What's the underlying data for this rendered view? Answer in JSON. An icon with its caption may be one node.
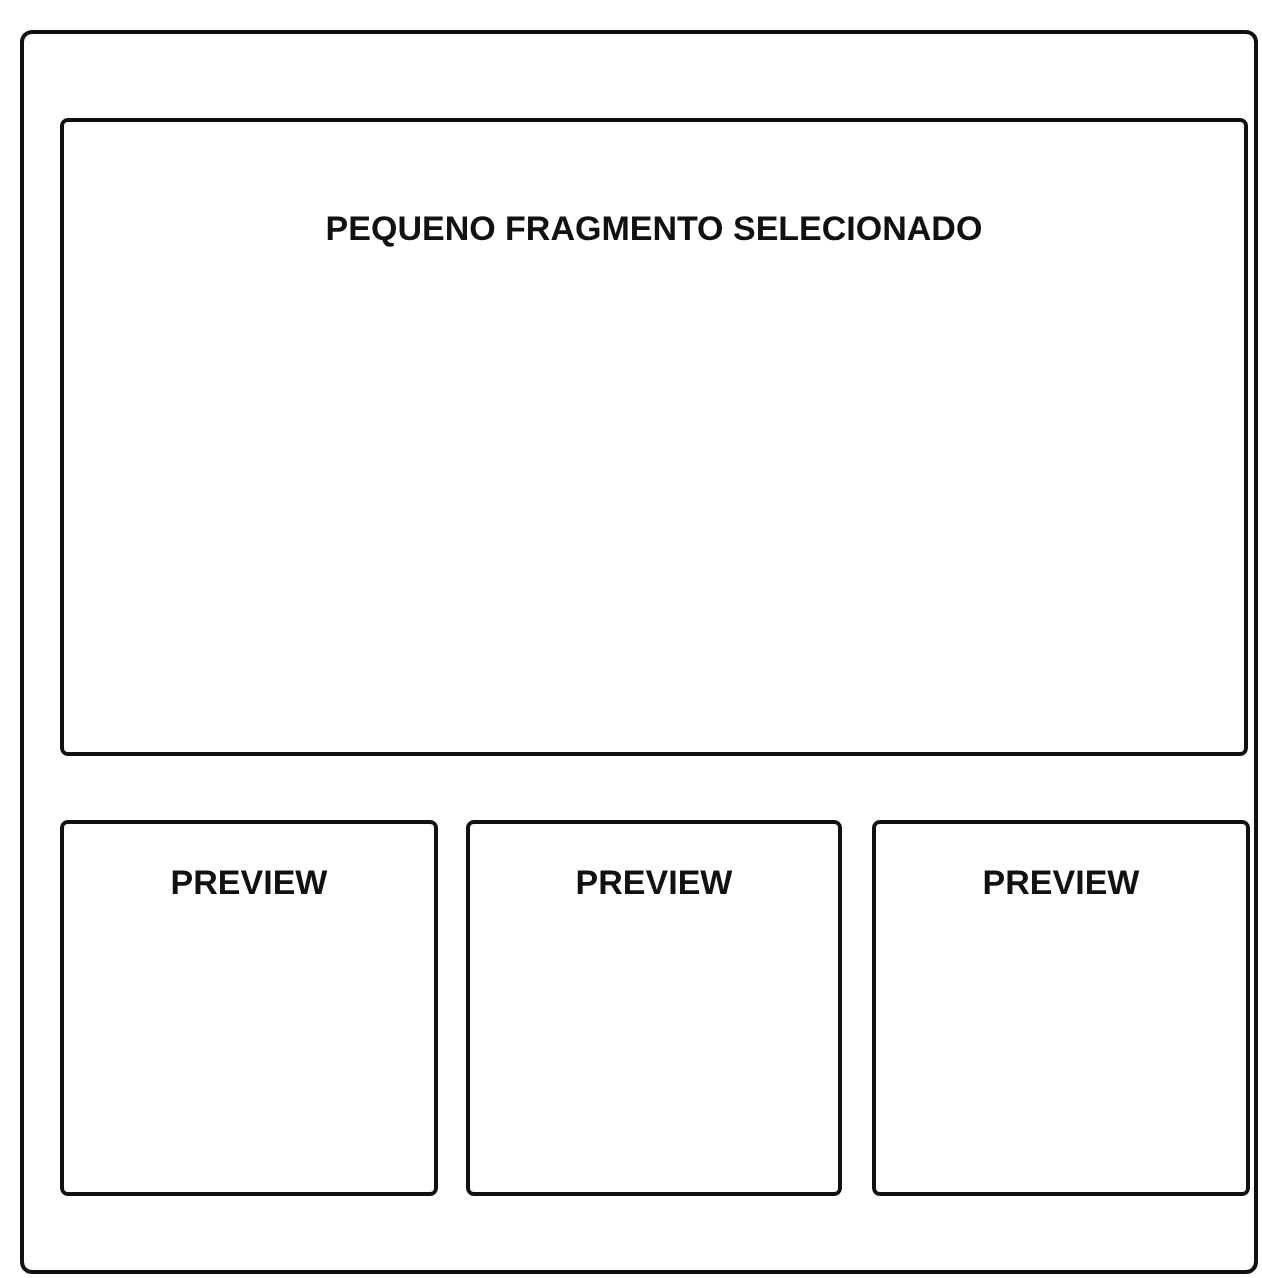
{
  "diagram": {
    "nodes": [
      {
        "text": [],
        "shape": "box"
      },
      {
        "text": [
          "PEQUENO FRAGMENTO SELECIONADO"
        ],
        "in": 0
      },
      {
        "text": [
          "PREVIEW"
        ],
        "in": 0
      },
      {
        "text": [
          "PREVIEW"
        ],
        "in": 0
      },
      {
        "text": [
          "PREVIEW"
        ],
        "in": 0
      }
    ]
  }
}
